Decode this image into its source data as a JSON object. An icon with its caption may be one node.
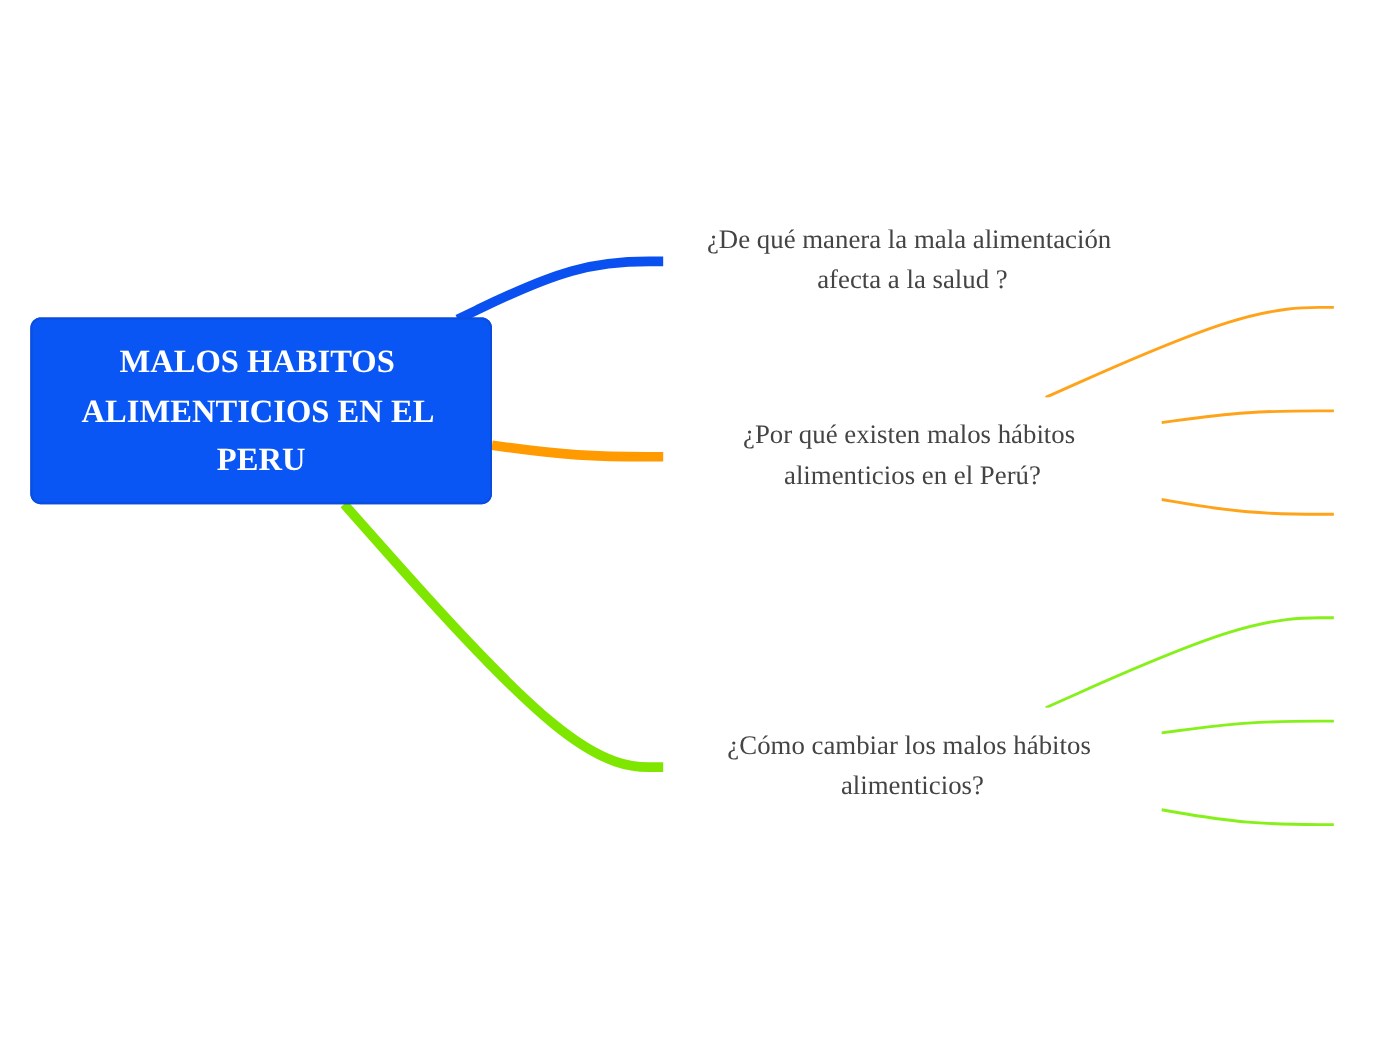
{
  "diagram": {
    "nodes": [
      {
        "text": [
          "MALOS HABITOS ALIMENTICIOS EN EL PERU"
        ]
      },
      {
        "text": [
          "¿De qué manera la mala alimentación afecta a la salud ?"
        ]
      },
      {
        "text": [
          "¿Por qué existen malos hábitos alimenticios en el Perú?"
        ]
      },
      {
        "text": [
          "¿Cómo cambiar los malos hábitos alimenticios?"
        ]
      }
    ],
    "edges": [
      {
        "from": 0,
        "to": 1,
        "arrow": "none",
        "style": "thick",
        "color": "#0a4ff0"
      },
      {
        "from": 0,
        "to": 2,
        "arrow": "none",
        "style": "thick",
        "color": "#ff9a00"
      },
      {
        "from": 0,
        "to": 3,
        "arrow": "none",
        "style": "thick",
        "color": "#7fe600"
      },
      {
        "from": 2,
        "to": null,
        "arrow": "none",
        "color": "#ffa31a"
      },
      {
        "from": 2,
        "to": null,
        "arrow": "none",
        "color": "#ffa31a"
      },
      {
        "from": 2,
        "to": null,
        "arrow": "none",
        "color": "#ffa31a"
      },
      {
        "from": 3,
        "to": null,
        "arrow": "none",
        "color": "#86f01a"
      },
      {
        "from": 3,
        "to": null,
        "arrow": "none",
        "color": "#86f01a"
      },
      {
        "from": 3,
        "to": null,
        "arrow": "none",
        "color": "#86f01a"
      }
    ]
  }
}
